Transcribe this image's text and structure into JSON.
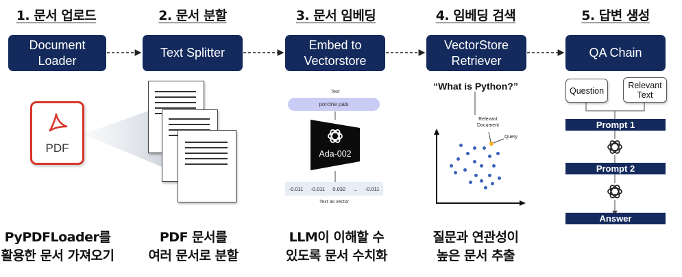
{
  "steps": [
    {
      "title": "1. 문서 업로드",
      "box": "Document\nLoader",
      "caption": "PyPDFLoader를\n활용한 문서 가져오기"
    },
    {
      "title": "2. 문서 분할",
      "box": "Text Splitter",
      "caption": "PDF 문서를\n여러 문서로 분할"
    },
    {
      "title": "3. 문서 임베딩",
      "box": "Embed to\nVectorstore",
      "caption": "LLM이 이해할 수\n있도록 문서 수치화"
    },
    {
      "title": "4. 임베딩 검색",
      "box": "VectorStore\nRetriever",
      "caption": "질문과 연관성이\n높은 문서 추출"
    },
    {
      "title": "5. 답변 생성",
      "box": "QA Chain"
    }
  ],
  "pdf_icon": {
    "label": "PDF"
  },
  "embedding": {
    "text_label": "Text",
    "input_text": "porcine pals",
    "model": "Ada-002",
    "vector": [
      "-0.011",
      "-0.011",
      "0.032",
      "...",
      "-0.011"
    ],
    "vector_label": "Text as vector"
  },
  "retrieval": {
    "question": "“What is Python?”",
    "relevant_label": "Relevant\nDocument",
    "query_label": "Query"
  },
  "qa": {
    "question_box": "Question",
    "relevant_box": "Relevant\nText",
    "prompt1": "Prompt 1",
    "prompt2": "Prompt 2",
    "answer": "Answer"
  },
  "colors": {
    "navy": "#142a5c",
    "pdf_red": "#d8352a",
    "lavender": "#c9ccf5",
    "dot_blue": "#3a63b8"
  }
}
